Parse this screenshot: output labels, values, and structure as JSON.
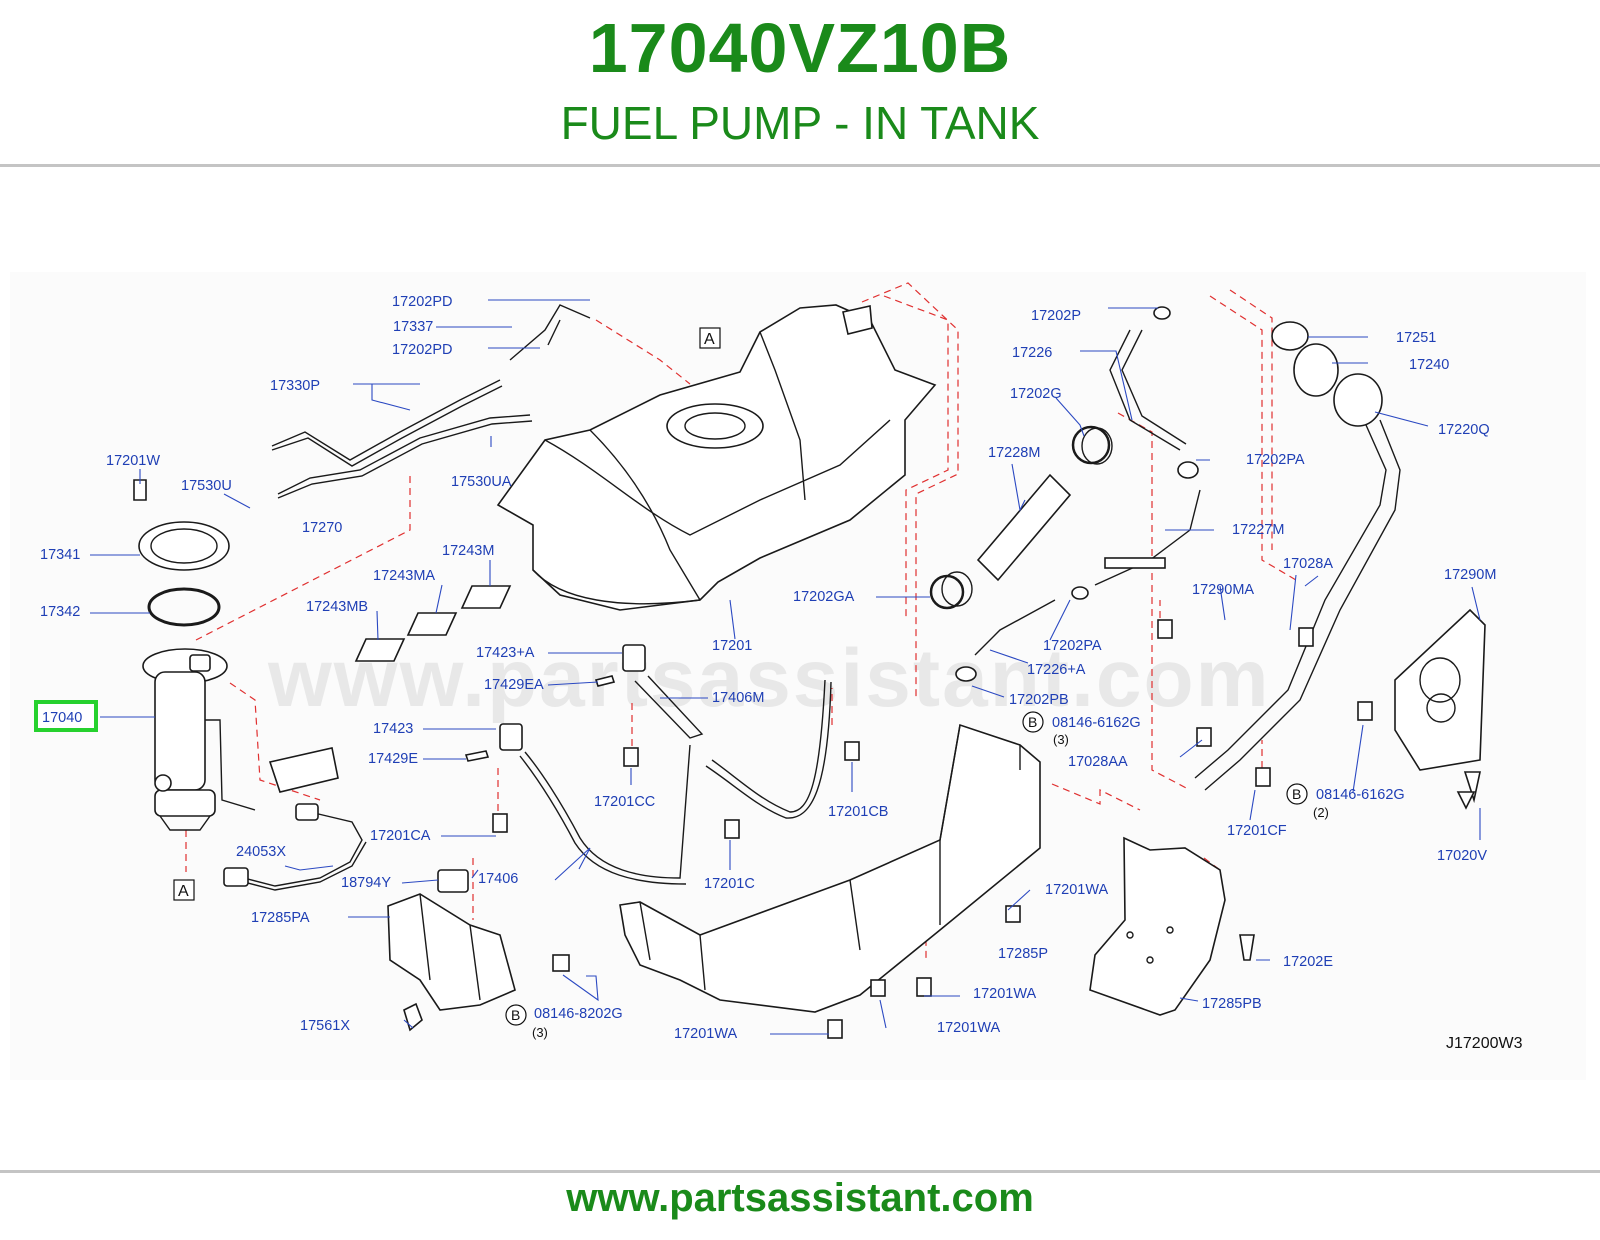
{
  "header": {
    "part_number": "17040VZ10B",
    "part_name": "FUEL PUMP - IN TANK"
  },
  "footer": {
    "website": "www.partsassistant.com"
  },
  "diagram": {
    "watermark": "www.partsassistant.com",
    "figure_code": "J17200W3",
    "highlighted_part": "17040",
    "ref_letter": "A",
    "circle_letter": "B",
    "callouts": [
      "17202PD",
      "17337",
      "17202PD",
      "17330P",
      "17270",
      "17201W",
      "17530U",
      "17530UA",
      "17341",
      "17342",
      "17243M",
      "17243MA",
      "17243MB",
      "17040",
      "17423+A",
      "17429EA",
      "17406M",
      "17423",
      "17429E",
      "17201CC",
      "17201CA",
      "24053X",
      "18794Y",
      "17406",
      "17201C",
      "17285PA",
      "17561X",
      "08146-8202G",
      "17201",
      "17201CB",
      "17201WA",
      "17201WA",
      "17201WA",
      "17201WA",
      "17285P",
      "17202P",
      "17226",
      "17202G",
      "17228M",
      "17202GA",
      "17202PA",
      "17227M",
      "17202PA",
      "17226+A",
      "17202PB",
      "08146-6162G",
      "17028AA",
      "17028A",
      "17290MA",
      "17251",
      "17240",
      "17220Q",
      "17290M",
      "08146-6162G",
      "17201CF",
      "17020V",
      "17285PB",
      "17202E"
    ],
    "quantities": [
      "(3)",
      "(3)",
      "(2)"
    ]
  }
}
